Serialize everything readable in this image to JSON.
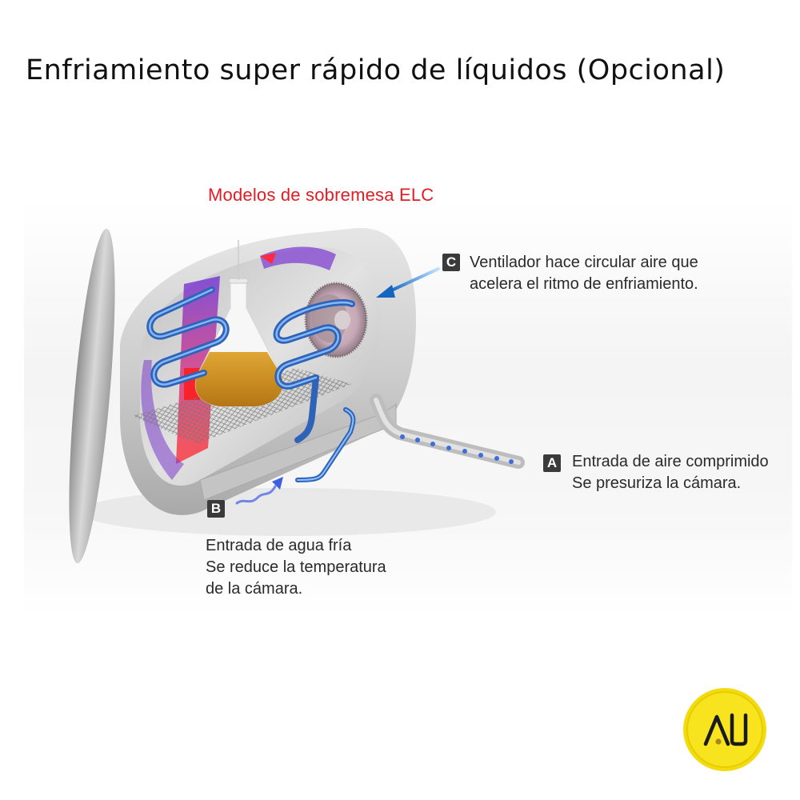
{
  "page": {
    "title": "Enfriamiento super rápido de líquidos (Opcional)",
    "subtitle": "Modelos de sobremesa ELC"
  },
  "callouts": {
    "c": {
      "badge": "C",
      "lines": [
        "Ventilador hace circular aire que",
        "acelera el ritmo de enfriamiento."
      ]
    },
    "a": {
      "badge": "A",
      "lines": [
        "Entrada de aire comprimido",
        "Se presuriza la cámara."
      ]
    },
    "b": {
      "badge": "B",
      "lines": [
        "Entrada de agua fría",
        "Se reduce la temperatura",
        "de la cámara."
      ]
    }
  },
  "logo": {
    "text": "AU",
    "colors": {
      "fill": "#f6e21a",
      "rim": "#e8cf00",
      "glyph": "#1a1a1a",
      "dot": "#b08a1e"
    }
  },
  "colors": {
    "subtitle_red": "#e31c23",
    "coil_blue": "#3f7fd0",
    "arrow_blue": "#1a73c9",
    "badge_gray": "#3a3a3a",
    "chamber_gray": "#cfcfcf",
    "liquid_amber": "#c98a1a",
    "heat_red": "#ee2233",
    "heat_purple": "#7a3cc8"
  }
}
